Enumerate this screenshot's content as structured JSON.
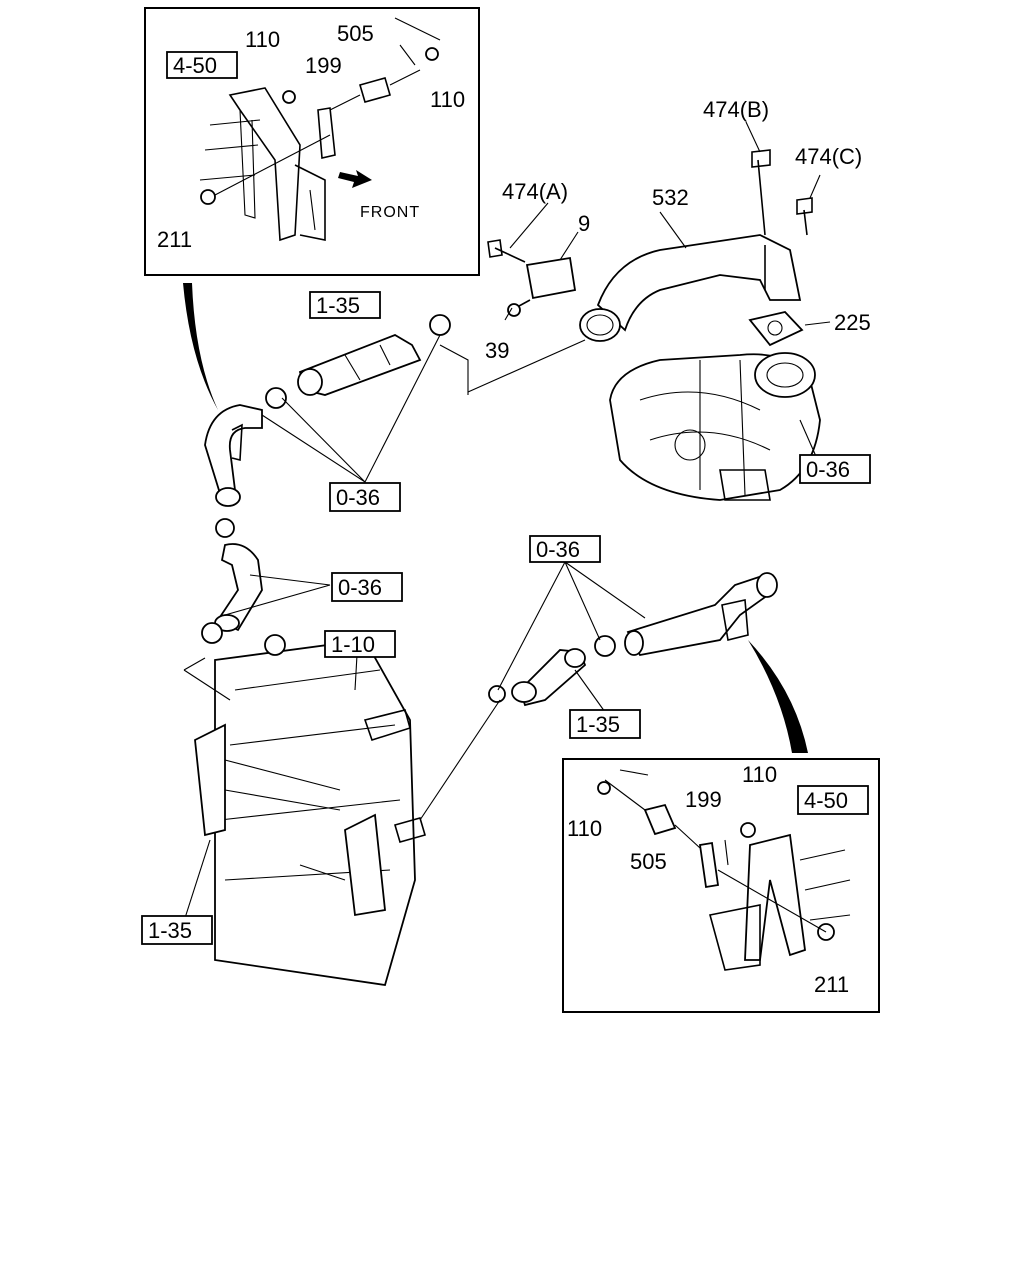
{
  "labels": {
    "l110a": "110",
    "l505a": "505",
    "l199a": "199",
    "l110b": "110",
    "l211a": "211",
    "front": "FRONT",
    "l474b": "474(B)",
    "l474c": "474(C)",
    "l474a": "474(A)",
    "l532": "532",
    "l9": "9",
    "l225": "225",
    "l39": "39",
    "l110c": "110",
    "l199b": "199",
    "l110d": "110",
    "l505b": "505",
    "l211b": "211"
  },
  "refs": {
    "r450a": "4-50",
    "r135a": "1-35",
    "r036a": "0-36",
    "r036b": "0-36",
    "r036c": "0-36",
    "r036d": "0-36",
    "r110": "1-10",
    "r135b": "1-35",
    "r135c": "1-35",
    "r450b": "4-50"
  }
}
